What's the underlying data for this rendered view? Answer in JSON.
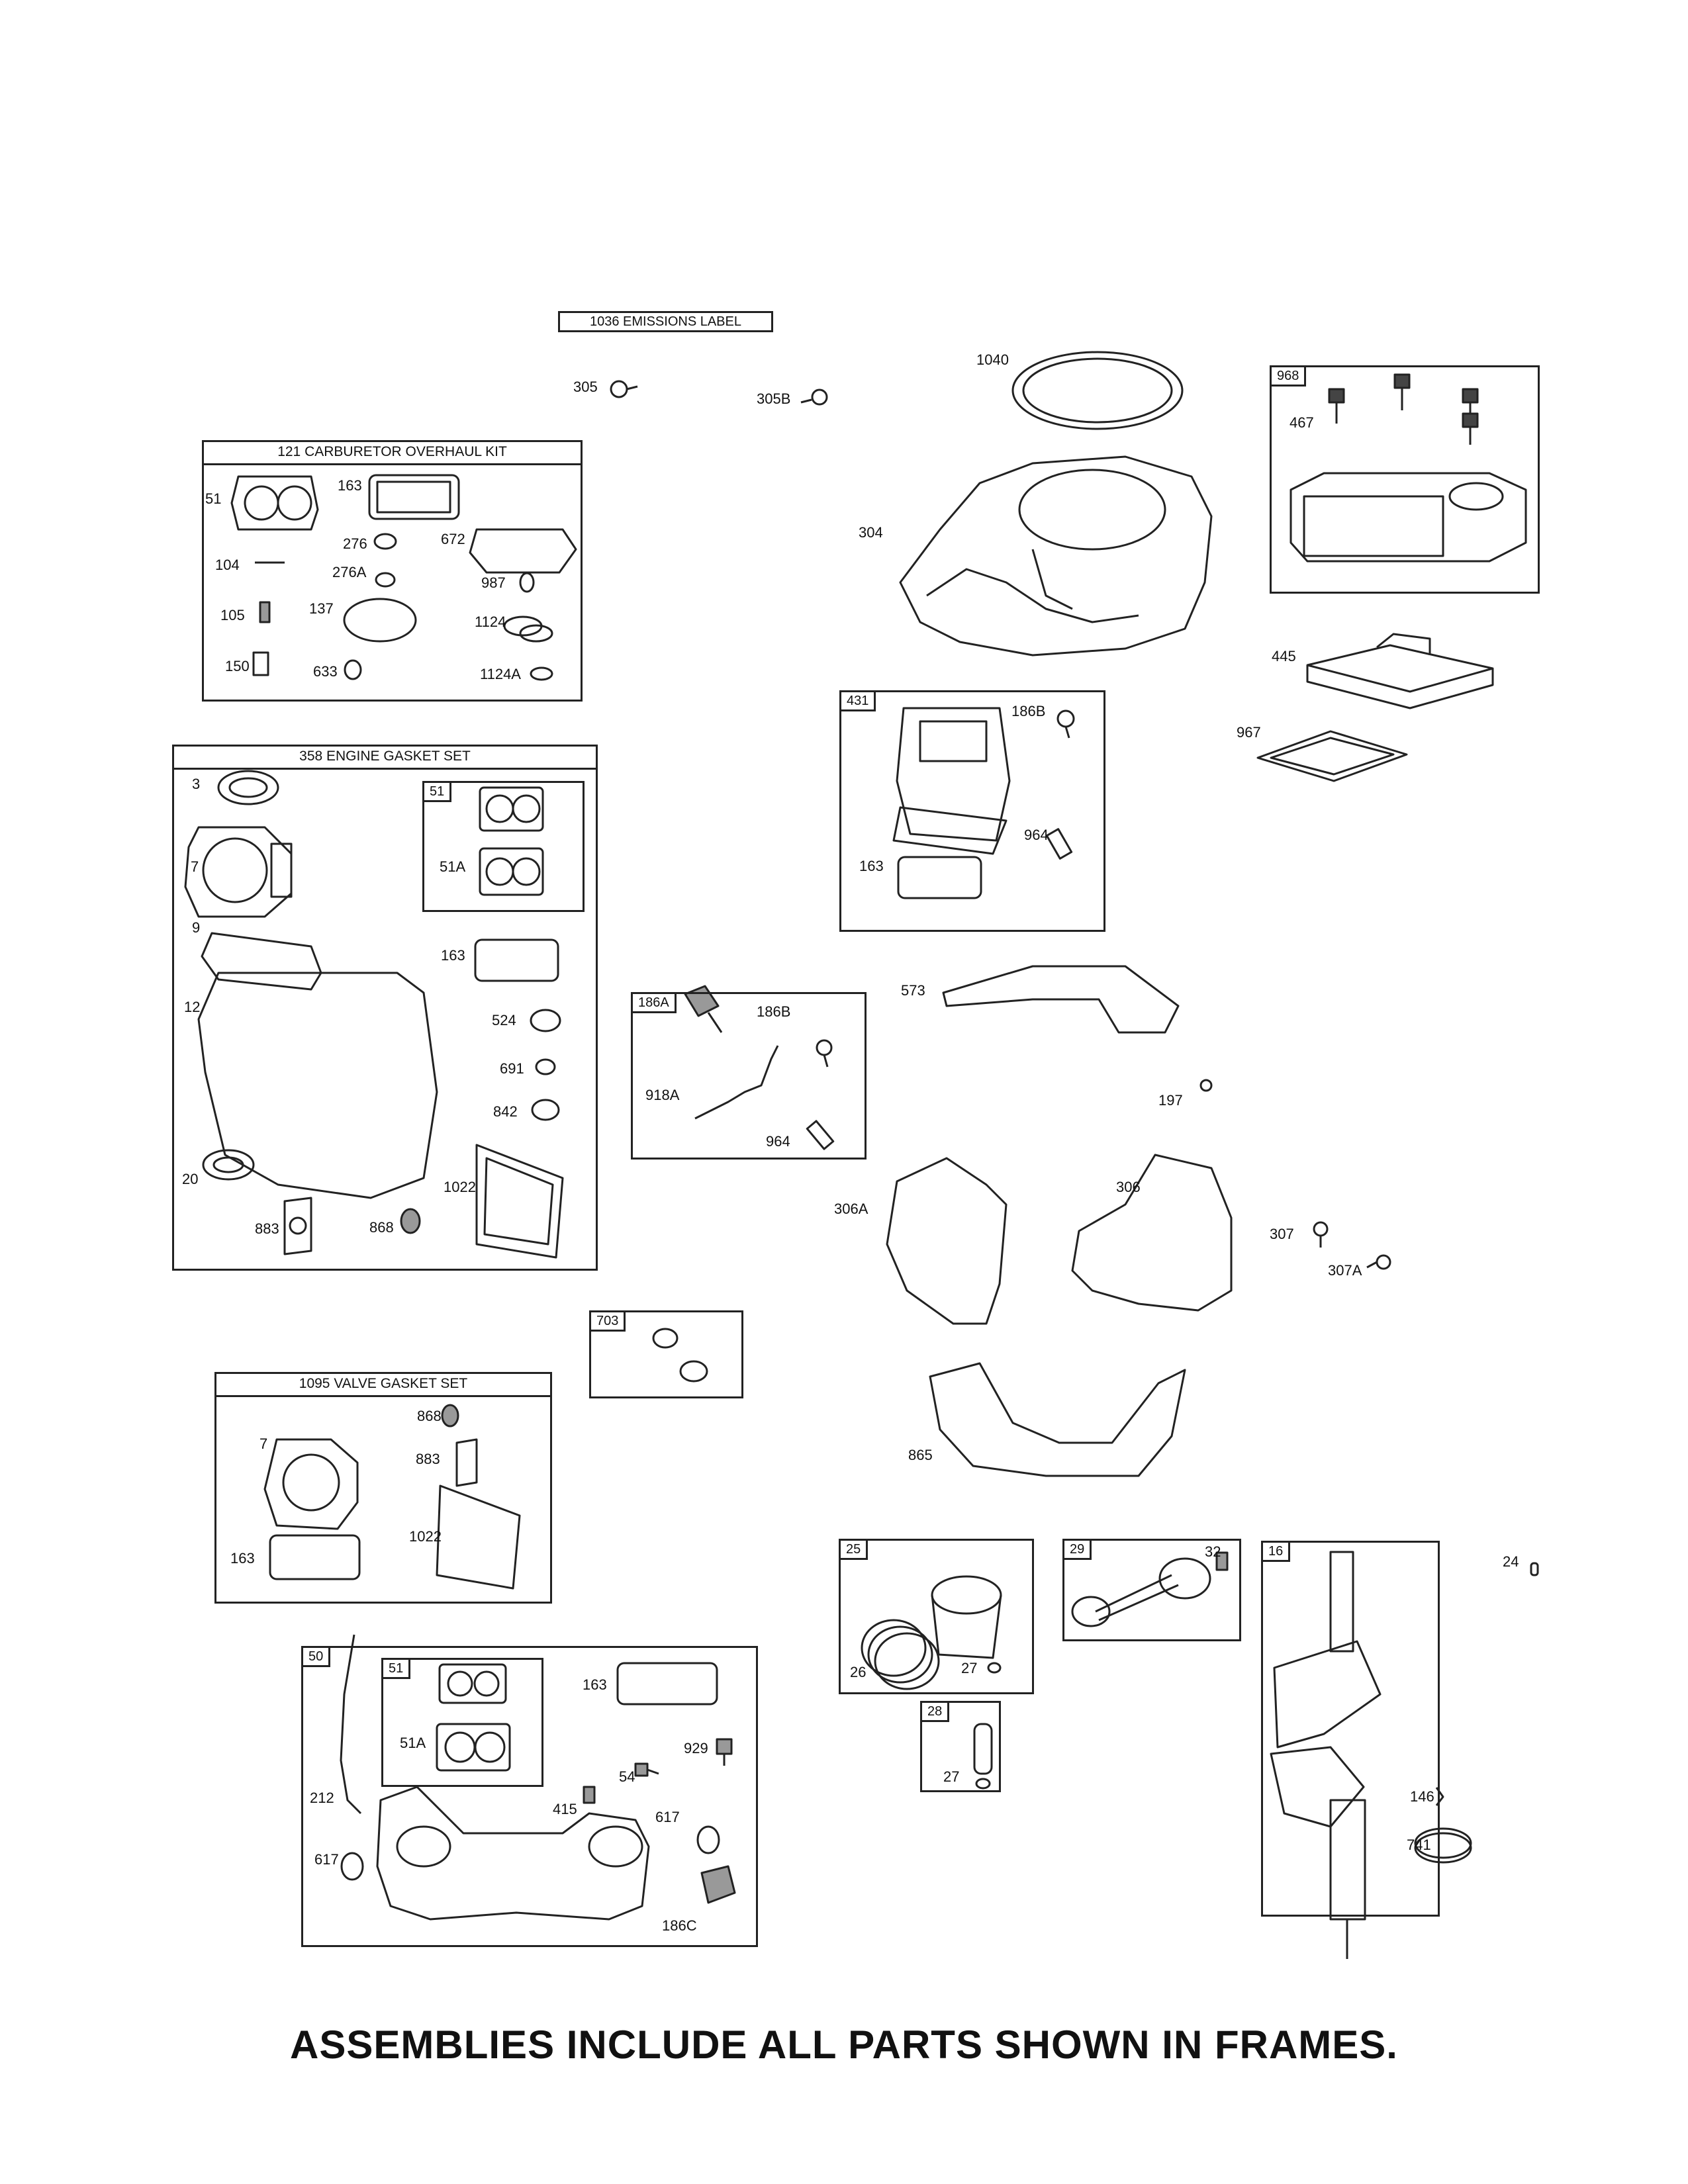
{
  "emissions_label": "1036 EMISSIONS LABEL",
  "footer": "ASSEMBLIES INCLUDE ALL PARTS SHOWN IN FRAMES.",
  "frames": {
    "carb_kit": "121 CARBURETOR OVERHAUL KIT",
    "engine_gasket": "358 ENGINE GASKET SET",
    "valve_gasket": "1095 VALVE GASKET SET",
    "f968": "968",
    "f431": "431",
    "f51a": "51",
    "f186a": "186A",
    "f703": "703",
    "f25": "25",
    "f29": "29",
    "f16": "16",
    "f28": "28",
    "f50": "50",
    "f51b": "51"
  },
  "labels": {
    "p305": "305",
    "p305b": "305B",
    "p1040": "1040",
    "p304": "304",
    "p467": "467",
    "p445": "445",
    "p967": "967",
    "c51": "51",
    "c163": "163",
    "c276": "276",
    "c672": "672",
    "c104": "104",
    "c276a": "276A",
    "c987": "987",
    "c105": "105",
    "c137": "137",
    "c1124": "1124",
    "c150": "150",
    "c633": "633",
    "c1124a": "1124A",
    "g3": "3",
    "g7": "7",
    "g51a": "51A",
    "g9": "9",
    "g163": "163",
    "g12": "12",
    "g524": "524",
    "g691": "691",
    "g842": "842",
    "g20": "20",
    "g1022": "1022",
    "g883": "883",
    "g868": "868",
    "a186b": "186B",
    "a964": "964",
    "a163": "163",
    "h186b": "186B",
    "h918a": "918A",
    "h964": "964",
    "p573": "573",
    "p197": "197",
    "p306a": "306A",
    "p306": "306",
    "p307": "307",
    "p307a": "307A",
    "p865": "865",
    "v7": "7",
    "v868": "868",
    "v883": "883",
    "v1022": "1022",
    "v163": "163",
    "m51a": "51A",
    "m163": "163",
    "m929": "929",
    "m54": "54",
    "m212": "212",
    "m415": "415",
    "m617a": "617",
    "m617b": "617",
    "m186c": "186C",
    "r26": "26",
    "r27c": "27",
    "r32": "32",
    "r24": "24",
    "r27": "27",
    "r146": "146",
    "r741": "741"
  }
}
